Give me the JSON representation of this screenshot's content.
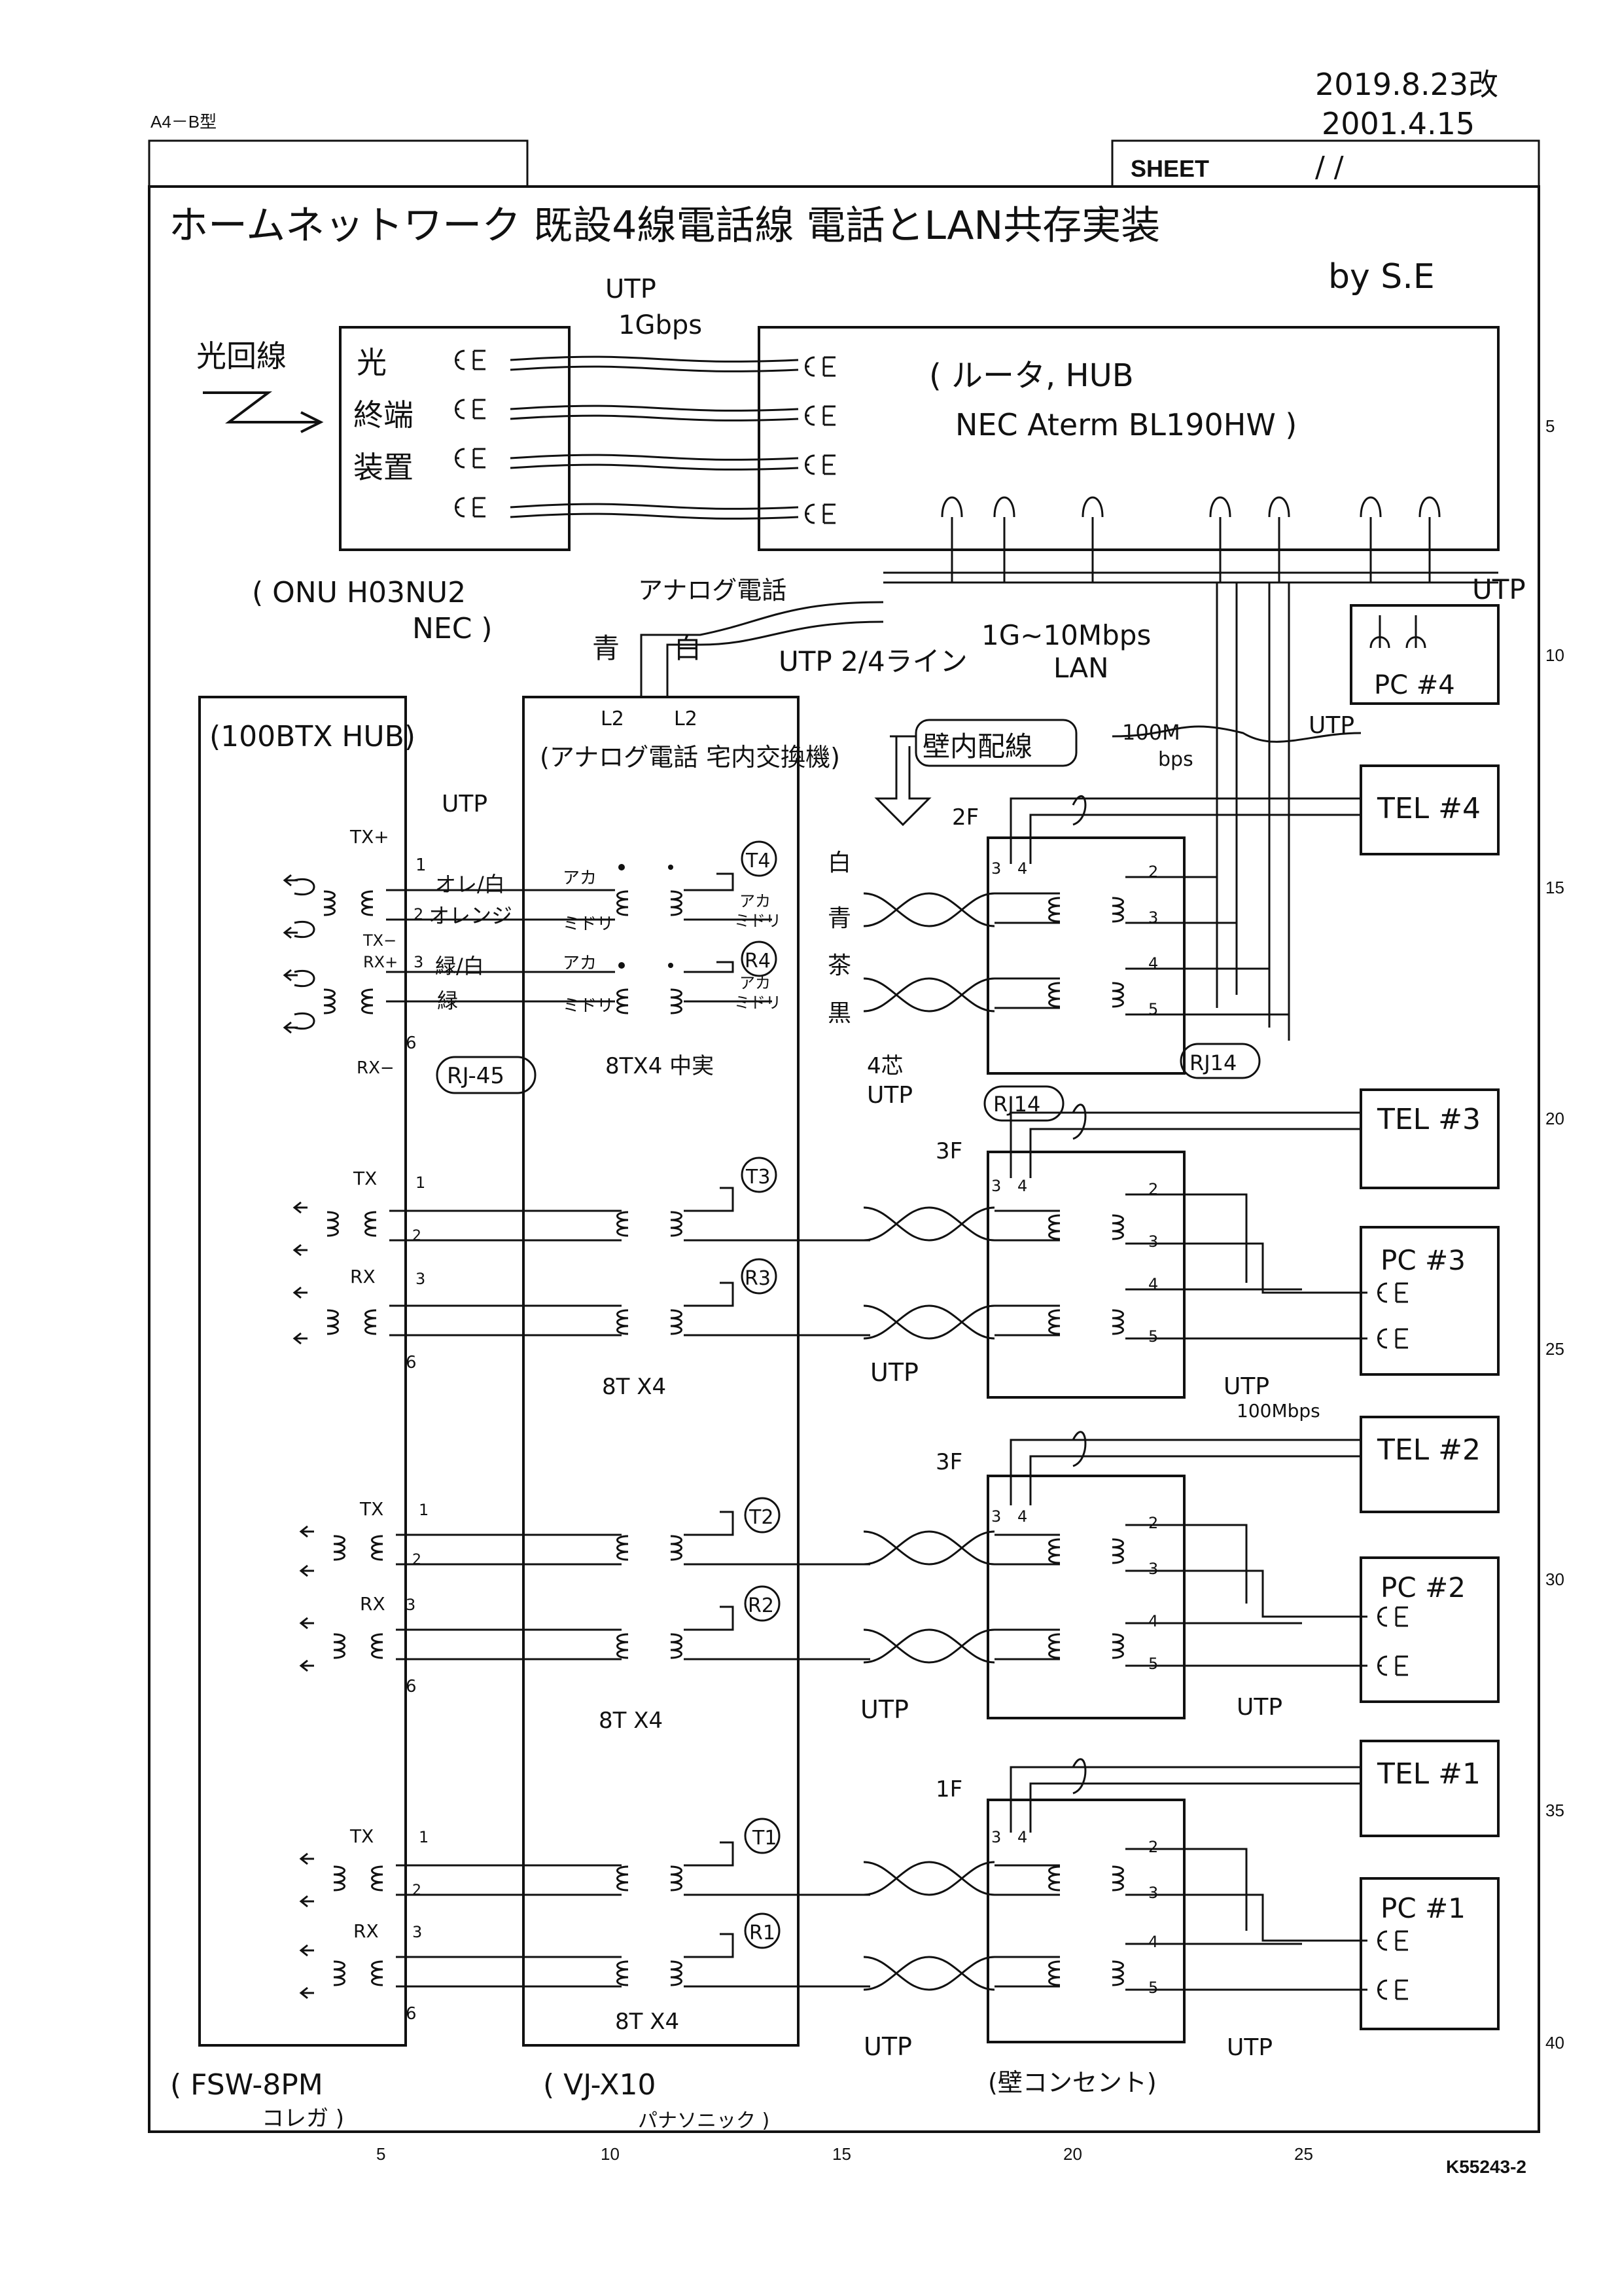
{
  "header": {
    "dates": [
      "2019.8.23改",
      "2001.4.15"
    ],
    "form_code": "A4－B型",
    "sheet_label": "SHEET",
    "sheet_slashes": "/      /",
    "title": "ホームネットワーク  既設4線電話線  電話とLAN共存実装",
    "author": "by S.E",
    "form_number": "K55243-2"
  },
  "ruler": {
    "right": [
      "5",
      "10",
      "15",
      "20",
      "25",
      "30",
      "35",
      "40"
    ],
    "bottom": [
      "5",
      "10",
      "15",
      "20",
      "25"
    ]
  },
  "top_section": {
    "hikari_line": "光回線",
    "onu_label": [
      "光",
      "終端",
      "装置"
    ],
    "onu_model": "( ONU  H03NU2",
    "onu_maker": "NEC )",
    "utp_top": "UTP",
    "utp_top_speed": "1Gbps",
    "router_line1": "( ルータ, HUB",
    "router_line2": "NEC Aterm  BL190HW )",
    "utp_right": "UTP",
    "pc4": "PC #4",
    "analog_phone": "アナログ電話",
    "ao": "青",
    "shiro": "白",
    "utp_24": "UTP 2/4ライン",
    "lan_speed": "1G~10Mbps",
    "lan": "LAN"
  },
  "hub": {
    "name": "(100BTX HUB)",
    "model": "( FSW-8PM",
    "maker": "コレガ )",
    "utp": "UTP",
    "rj45": "RJ-45",
    "pins": {
      "tx_plus": "TX+",
      "tx_minus": "TX−",
      "rx_plus": "RX+",
      "rx_minus": "RX−",
      "tx": "TX",
      "rx": "RX",
      "p1": "1",
      "p2": "2",
      "p3": "3",
      "p6": "6"
    },
    "wire_colors": [
      "オレ/白",
      "オレンジ",
      "緑/白",
      "緑"
    ]
  },
  "exchanger": {
    "name": "(アナログ電話 宅内交換機)",
    "l2": "L2",
    "model": "( VJ-X10",
    "maker": "パナソニック )",
    "aka": "アカ",
    "midori": "ミドリ",
    "rows": [
      {
        "t": "T4",
        "r": "R4",
        "label": "8TX4 中実"
      },
      {
        "t": "T3",
        "r": "R3",
        "label": "8T X4"
      },
      {
        "t": "T2",
        "r": "R2",
        "label": "8T X4"
      },
      {
        "t": "T1",
        "r": "R1",
        "label": "8T X4"
      }
    ]
  },
  "wiring": {
    "wall_wiring": "壁内配線",
    "shiro": "白",
    "ao": "青",
    "cha": "茶",
    "kuro": "黒",
    "core4": "4芯",
    "utp": "UTP",
    "floors": [
      "2F",
      "3F",
      "3F",
      "1F"
    ],
    "rj14": "RJ14",
    "pins": [
      "3",
      "4",
      "2",
      "3",
      "4",
      "5"
    ],
    "wall_outlet": "(壁コンセント)",
    "speed_100m": "100M",
    "bps": "bps",
    "speed_100mbps": "100Mbps"
  },
  "endpoints": {
    "tel": [
      "TEL #4",
      "TEL #3",
      "TEL #2",
      "TEL #1"
    ],
    "pc": [
      "PC #3",
      "PC #2",
      "PC #1"
    ]
  }
}
